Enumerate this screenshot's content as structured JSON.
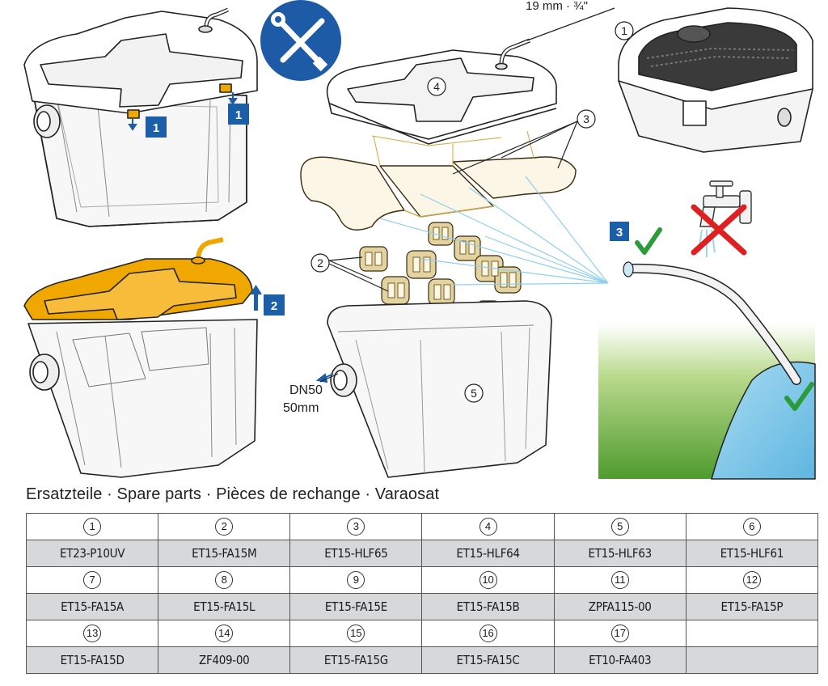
{
  "labels": {
    "hose_size": "19 mm · ¾\"",
    "outlet_size_line1": "DN50",
    "outlet_size_line2": "50mm",
    "part_numbers": [
      "1",
      "2",
      "3",
      "4",
      "5"
    ],
    "step_badges": [
      "1",
      "1",
      "2",
      "3"
    ]
  },
  "colors": {
    "highlight": "#f0a800",
    "badge": "#1b5fa8",
    "service_icon": "#1d5ba6",
    "check": "#2a9d3a",
    "cross": "#e02020",
    "water": "#7fc7e8",
    "grass": "#6db33f",
    "foam": "#fbf6e6",
    "media": "#e2d3a0"
  },
  "icons": [
    "service-wrench-screwdriver-icon",
    "check-icon",
    "no-tap-icon"
  ],
  "parts": {
    "title": "Ersatzteile · Spare parts · Pièces de rechange · Varaosat",
    "rows": [
      {
        "nums": [
          "1",
          "2",
          "3",
          "4",
          "5",
          "6"
        ],
        "codes": [
          "ET23-P10UV",
          "ET15-FA15M",
          "ET15-HLF65",
          "ET15-HLF64",
          "ET15-HLF63",
          "ET15-HLF61"
        ]
      },
      {
        "nums": [
          "7",
          "8",
          "9",
          "10",
          "11",
          "12"
        ],
        "codes": [
          "ET15-FA15A",
          "ET15-FA15L",
          "ET15-FA15E",
          "ET15-FA15B",
          "ZPFA115-00",
          "ET15-FA15P"
        ]
      },
      {
        "nums": [
          "13",
          "14",
          "15",
          "16",
          "17",
          ""
        ],
        "codes": [
          "ET15-FA15D",
          "ZF409-00",
          "ET15-FA15G",
          "ET15-FA15C",
          "ET10-FA403",
          ""
        ]
      }
    ]
  }
}
